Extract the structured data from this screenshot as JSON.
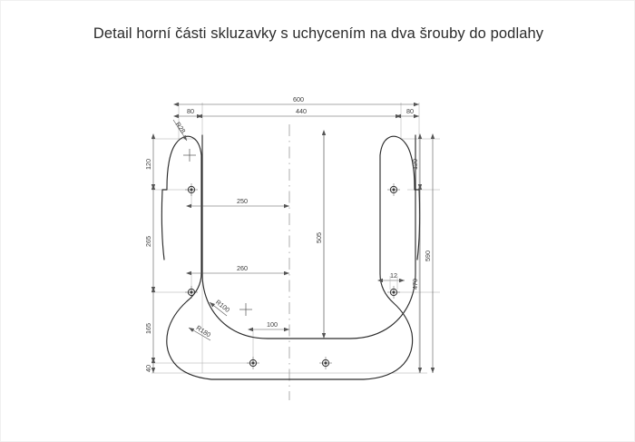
{
  "document": {
    "title": "Detail horní části skluzavky s uchycením na dva šrouby do podlahy",
    "type": "technical-drawing",
    "background_color": "#ffffff",
    "line_color": "#2b2b2b",
    "dimension_color": "#555555"
  },
  "chart_data": {
    "type": "table",
    "title": "Detail horní části skluzavky s uchycením na dva šrouby do podlahy",
    "xlabel": "",
    "ylabel": "",
    "categories": [
      "600",
      "440",
      "80",
      "80",
      "250",
      "260",
      "100",
      "120",
      "120",
      "265",
      "165",
      "40",
      "505",
      "470",
      "590",
      "R28",
      "R100",
      "R180",
      "12"
    ],
    "values": [
      600,
      440,
      80,
      80,
      250,
      260,
      100,
      120,
      120,
      265,
      165,
      40,
      505,
      470,
      590,
      28,
      100,
      180,
      12
    ]
  },
  "dimensions": {
    "top": {
      "overall": "600",
      "inner": "440",
      "left_offset": "80",
      "right_offset": "80"
    },
    "horizontal": {
      "to_upper_hole": "250",
      "to_lower_hole": "260",
      "to_bottom_hole": "100"
    },
    "left_chain": {
      "d1": "120",
      "d2": "265",
      "d3": "165",
      "d4": "40"
    },
    "right_chain": {
      "d1": "120",
      "d2": "470",
      "overall": "590"
    },
    "center": {
      "inner_depth": "505"
    },
    "radii": {
      "top_arc": "R28",
      "inner_corner": "R100",
      "outer_corner": "R180"
    },
    "hole": {
      "diameter": "12"
    }
  }
}
